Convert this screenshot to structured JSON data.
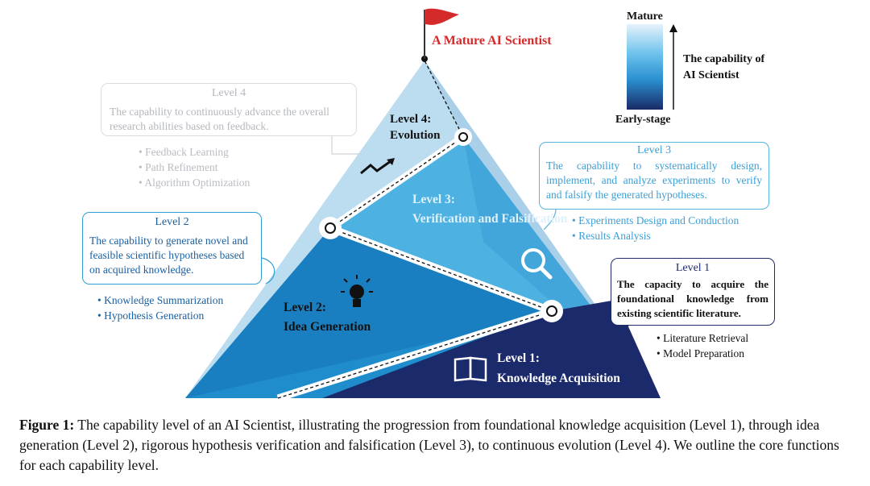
{
  "summit": {
    "title": "A Mature AI Scientist"
  },
  "scale": {
    "top_label": "Mature",
    "bottom_label": "Early-stage",
    "axis_label": "The capability of AI Scientist"
  },
  "levels": {
    "l1": {
      "name": "Level 1:",
      "title": "Knowledge Acquisition",
      "box_title": "Level 1",
      "box_text": "The capacity to acquire the foundational knowledge from existing scientific literature.",
      "functions": [
        "Literature Retrieval",
        "Model Preparation"
      ]
    },
    "l2": {
      "name": "Level 2:",
      "title": "Idea Generation",
      "box_title": "Level 2",
      "box_text": "The capability to generate novel and feasible scientific hypotheses based on acquired knowledge.",
      "functions": [
        "Knowledge Summarization",
        "Hypothesis Generation"
      ]
    },
    "l3": {
      "name": "Level 3:",
      "title": "Verification and Falsification",
      "box_title": "Level 3",
      "box_text": "The capability to systematically design, implement, and analyze experiments to verify and falsify the generated hypotheses.",
      "functions": [
        "Experiments Design and Conduction",
        "Results Analysis"
      ]
    },
    "l4": {
      "name": "Level 4:",
      "title": "Evolution",
      "box_title": "Level 4",
      "box_text": "The capability to continuously advance the overall research abilities based on feedback.",
      "functions": [
        "Feedback Learning",
        "Path Refinement",
        "Algorithm Optimization"
      ]
    }
  },
  "caption": {
    "label": "Figure 1:",
    "text": "The capability level of an AI Scientist, illustrating the progression from foundational knowledge acquisition (Level 1), through idea generation (Level 2), rigorous hypothesis verification and falsification (Level 3), to continuous evolution (Level 4). We outline the core functions for each capability level."
  },
  "icons": [
    "flag-icon",
    "trend-arrow-icon",
    "magnifier-icon",
    "lightbulb-icon",
    "book-icon"
  ],
  "colors": {
    "level1": "#1b2a6b",
    "level2": "#1e86c8",
    "level3": "#4ab0e0",
    "level4": "#b4d8ee",
    "summit": "#d42a2a"
  }
}
